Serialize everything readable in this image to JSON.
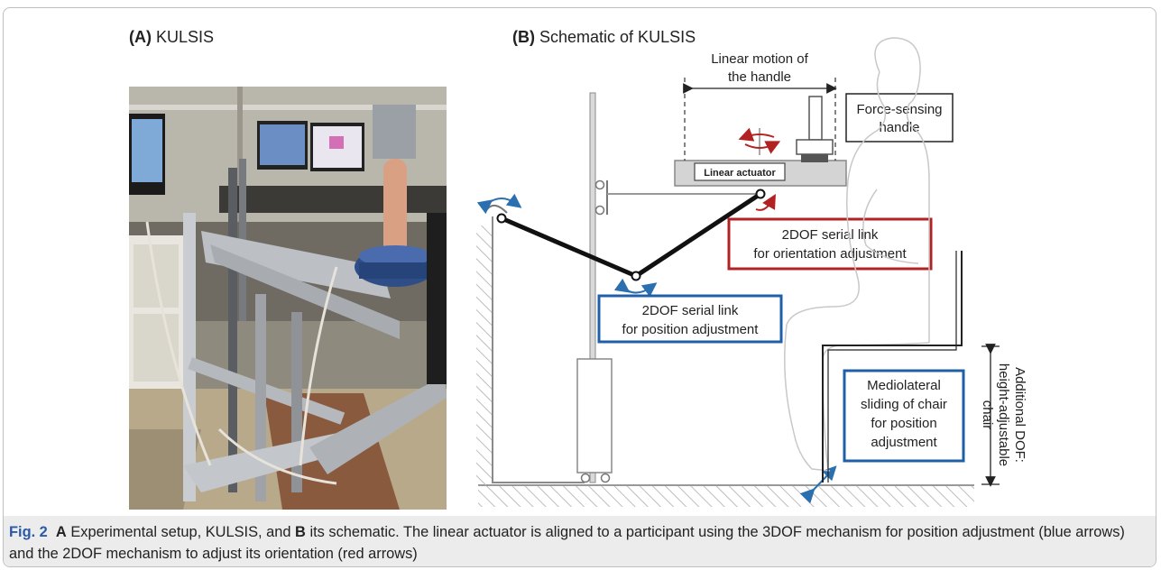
{
  "panel_a": {
    "letter": "(A)",
    "title": "KULSIS"
  },
  "panel_b": {
    "letter": "(B)",
    "title": "Schematic of KULSIS",
    "labels": {
      "linear_motion_1": "Linear motion of",
      "linear_motion_2": "the handle",
      "force_1": "Force-sensing",
      "force_2": "handle",
      "actuator": "Linear actuator",
      "orient_1": "2DOF serial link",
      "orient_2": "for orientation adjustment",
      "position_1": "2DOF serial link",
      "position_2": "for position adjustment",
      "slide_1": "Mediolateral",
      "slide_2": "sliding of chair",
      "slide_3": "for position",
      "slide_4": "adjustment",
      "dof_1": "Additional DOF:",
      "dof_2": "height-adjustable",
      "dof_3": "chair"
    },
    "colors": {
      "red": "#b22222",
      "blue": "#2a6fb0",
      "box_blue": "#1f5fa8",
      "box_red": "#b22222"
    }
  },
  "caption": {
    "fig_label": "Fig. 2",
    "a": "A",
    "text_1": " Experimental setup, KULSIS, and ",
    "b": "B",
    "text_2": " its schematic. The linear actuator is aligned to a participant using the 3DOF mechanism for position adjustment (blue arrows) and the 2DOF mechanism to adjust its orientation (red arrows)"
  }
}
